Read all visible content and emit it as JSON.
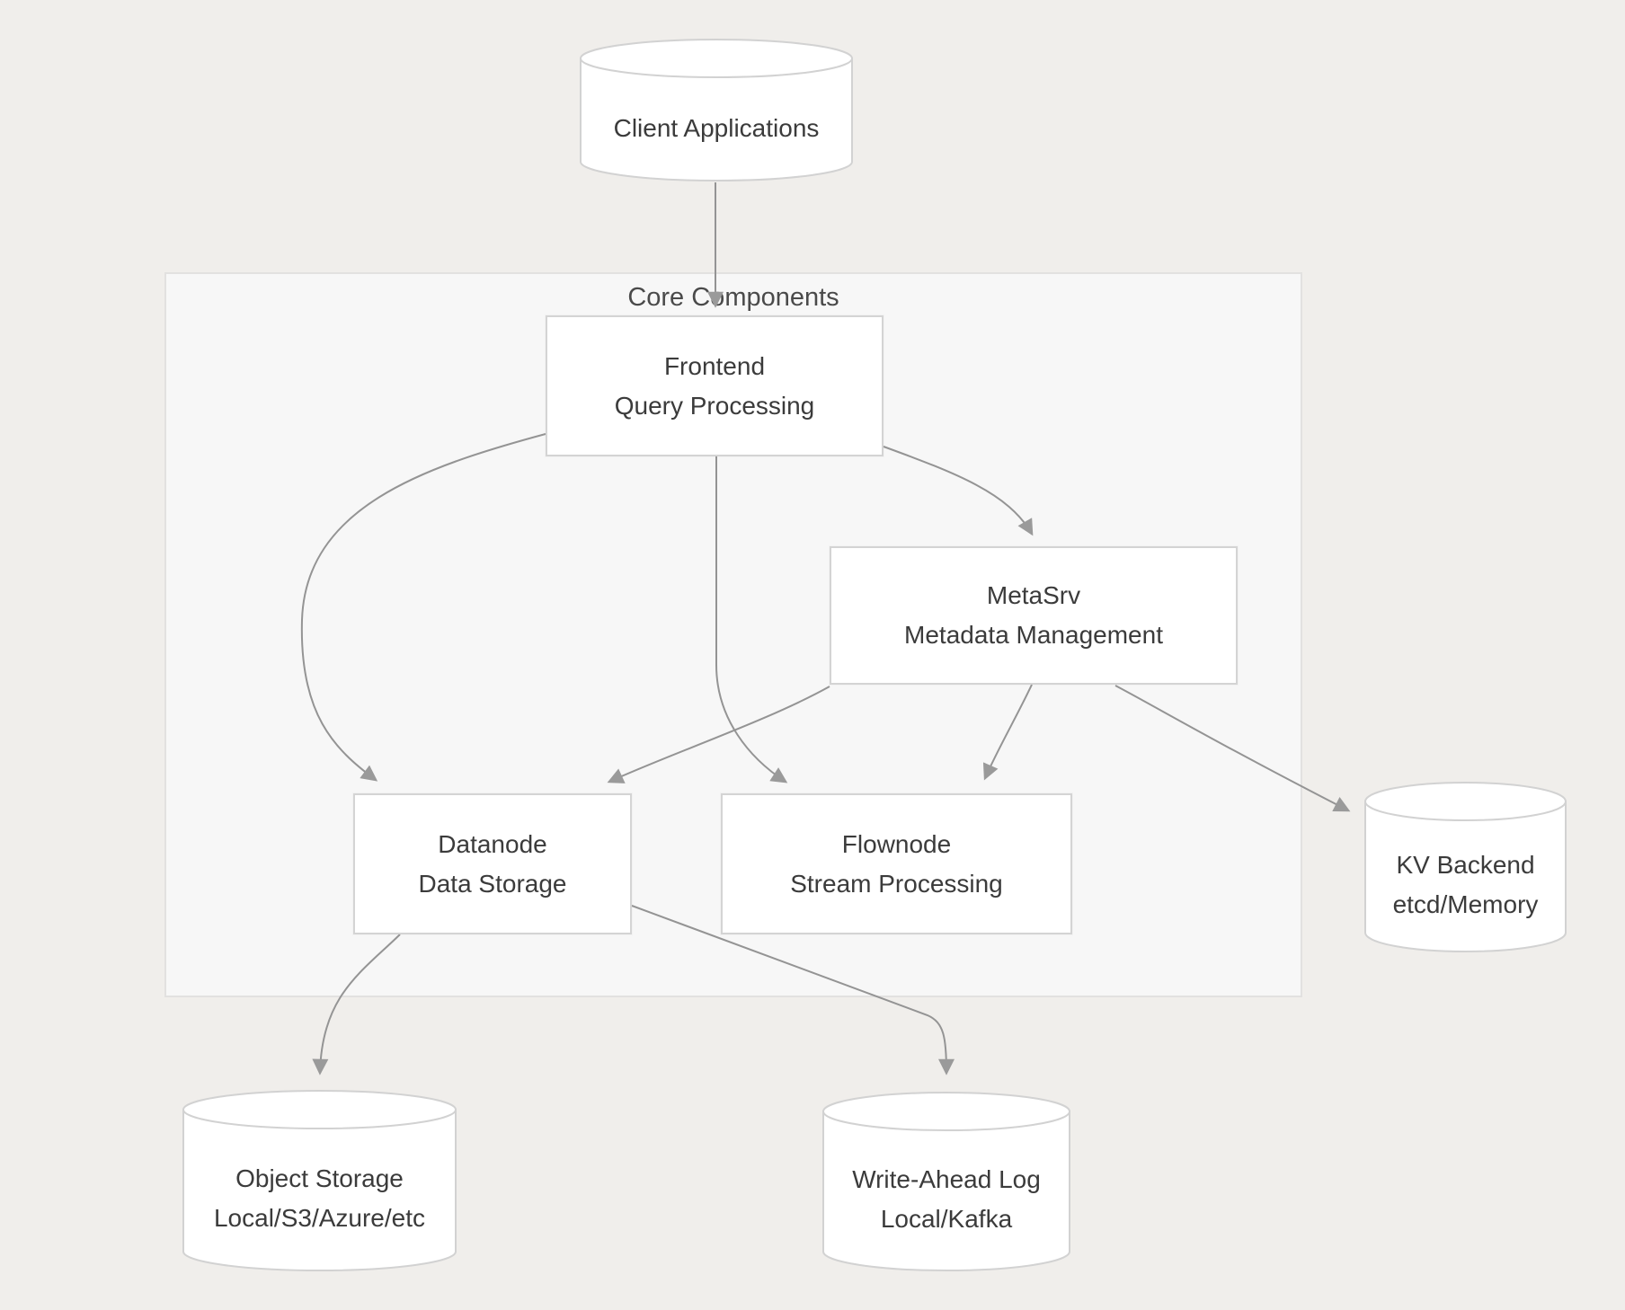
{
  "diagram": {
    "cluster_label": "Core Components",
    "nodes": {
      "client_applications": {
        "title": "Client Applications"
      },
      "frontend": {
        "title": "Frontend",
        "subtitle": "Query Processing"
      },
      "metasrv": {
        "title": "MetaSrv",
        "subtitle": "Metadata Management"
      },
      "datanode": {
        "title": "Datanode",
        "subtitle": "Data Storage"
      },
      "flownode": {
        "title": "Flownode",
        "subtitle": "Stream Processing"
      },
      "kv_backend": {
        "title": "KV Backend",
        "subtitle": "etcd/Memory"
      },
      "object_storage": {
        "title": "Object Storage",
        "subtitle": "Local/S3/Azure/etc"
      },
      "write_ahead_log": {
        "title": "Write-Ahead Log",
        "subtitle": "Local/Kafka"
      }
    },
    "edges": [
      {
        "from": "client_applications",
        "to": "frontend"
      },
      {
        "from": "frontend",
        "to": "datanode"
      },
      {
        "from": "frontend",
        "to": "flownode"
      },
      {
        "from": "frontend",
        "to": "metasrv"
      },
      {
        "from": "metasrv",
        "to": "datanode"
      },
      {
        "from": "metasrv",
        "to": "flownode"
      },
      {
        "from": "metasrv",
        "to": "kv_backend"
      },
      {
        "from": "datanode",
        "to": "object_storage"
      },
      {
        "from": "datanode",
        "to": "write_ahead_log"
      }
    ],
    "colors": {
      "page_background": "#f0eeeb",
      "container_background": "#f7f7f7",
      "container_border": "#e2e1e0",
      "node_background": "#ffffff",
      "node_border": "#d4d4d4",
      "cylinder_border": "#d2d2d2",
      "edge": "#949494",
      "text": "#3b3b3b",
      "label_text": "#4a4a4a"
    }
  }
}
